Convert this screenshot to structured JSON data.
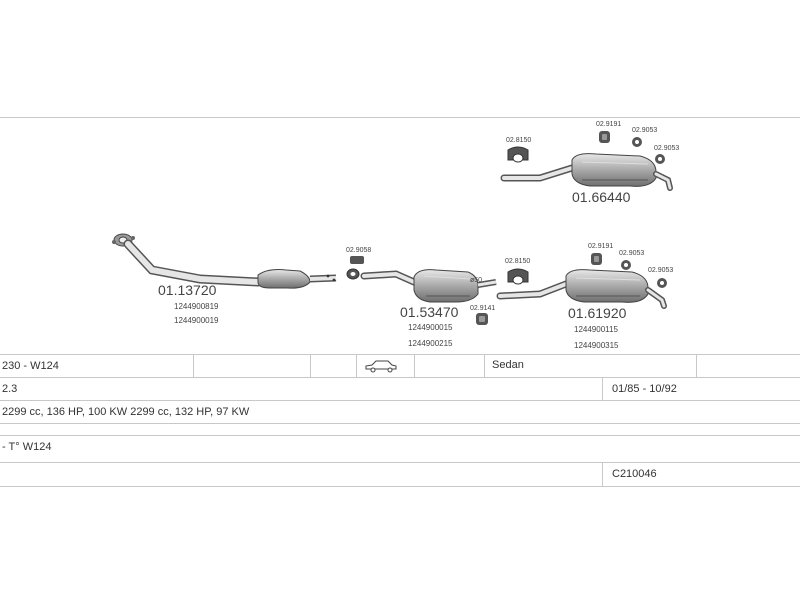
{
  "parts": {
    "down_pipe": {
      "code": "01.13720",
      "oem": [
        "1244900819",
        "1244900019"
      ]
    },
    "center": {
      "code": "01.53470",
      "oem": [
        "1244900015",
        "1244900215"
      ]
    },
    "rear_upper": {
      "code": "01.66440"
    },
    "rear_lower": {
      "code": "01.61920",
      "oem": [
        "1244900115",
        "1244900315"
      ]
    }
  },
  "accessories": {
    "upper_clamp": "02.8150",
    "upper_hanger1": "02.9191",
    "upper_ring1": "02.9053",
    "upper_ring2": "02.9053",
    "lower_clamp": "02.8150",
    "lower_hanger1": "02.9191",
    "lower_ring1": "02.9053",
    "lower_ring2": "02.9053",
    "center_ring": "02.9058",
    "center_hanger": "02.9141",
    "center_diameter": "ø50"
  },
  "table": {
    "model": "230 - W124",
    "body": "Sedan",
    "engine": "2.3",
    "years": "01/85 - 10/92",
    "specs": "2299 cc, 136 HP, 100 KW 2299 cc, 132 HP, 97 KW",
    "variant": "- T° W124",
    "code": "C210046"
  }
}
